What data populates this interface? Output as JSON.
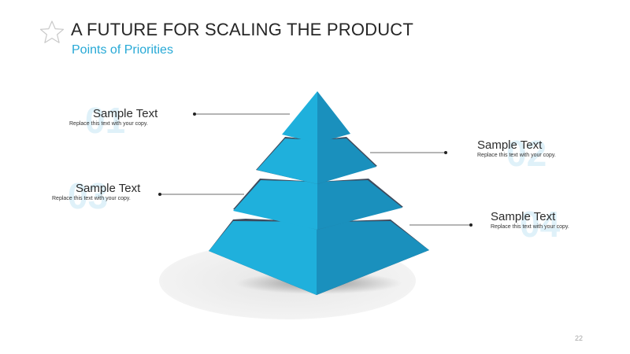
{
  "header": {
    "title": "A FUTURE FOR SCALING THE PRODUCT",
    "subtitle": "Points of Priorities"
  },
  "callouts": [
    {
      "number": "01",
      "title": "Sample Text",
      "body": "Replace this text with your copy."
    },
    {
      "number": "02",
      "title": "Sample Text",
      "body": "Replace this text with your copy."
    },
    {
      "number": "03",
      "title": "Sample Text",
      "body": "Replace this text with your copy."
    },
    {
      "number": "04",
      "title": "Sample Text",
      "body": "Replace this text with your copy."
    }
  ],
  "colors": {
    "accent": "#27a9d6",
    "pyramid_left": "#1fb0dc",
    "pyramid_right": "#1a90bd",
    "gap_dark": "#3e4a5c",
    "number_watermark": "#dff1f9"
  },
  "footer": {
    "page_number": "22"
  }
}
